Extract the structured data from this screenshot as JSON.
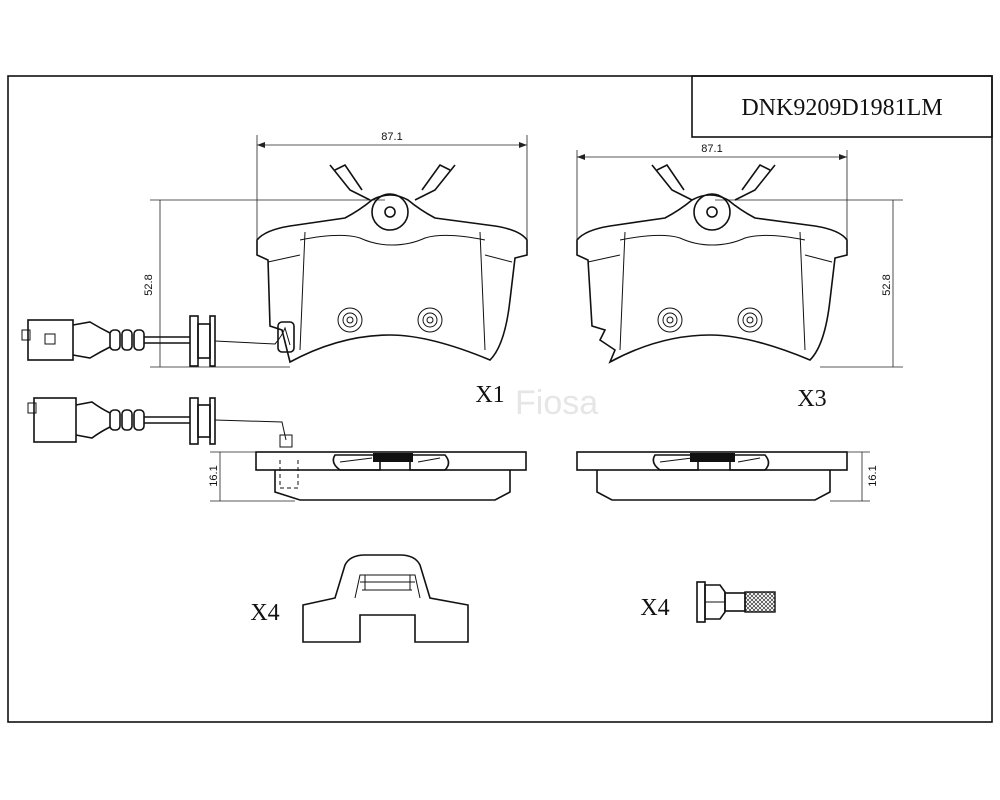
{
  "title_block": {
    "part_number": "DNK9209D1981LM"
  },
  "watermark": "Fiosa",
  "views": {
    "left_pad": {
      "width_dim": "87.1",
      "height_dim": "52.8",
      "quantity": "X1"
    },
    "right_pad": {
      "width_dim": "87.1",
      "height_dim": "52.8",
      "quantity": "X3"
    },
    "left_side": {
      "thickness_dim": "16.1"
    },
    "right_side": {
      "thickness_dim": "16.1"
    },
    "clip": {
      "quantity": "X4"
    },
    "bolt": {
      "quantity": "X4"
    }
  }
}
